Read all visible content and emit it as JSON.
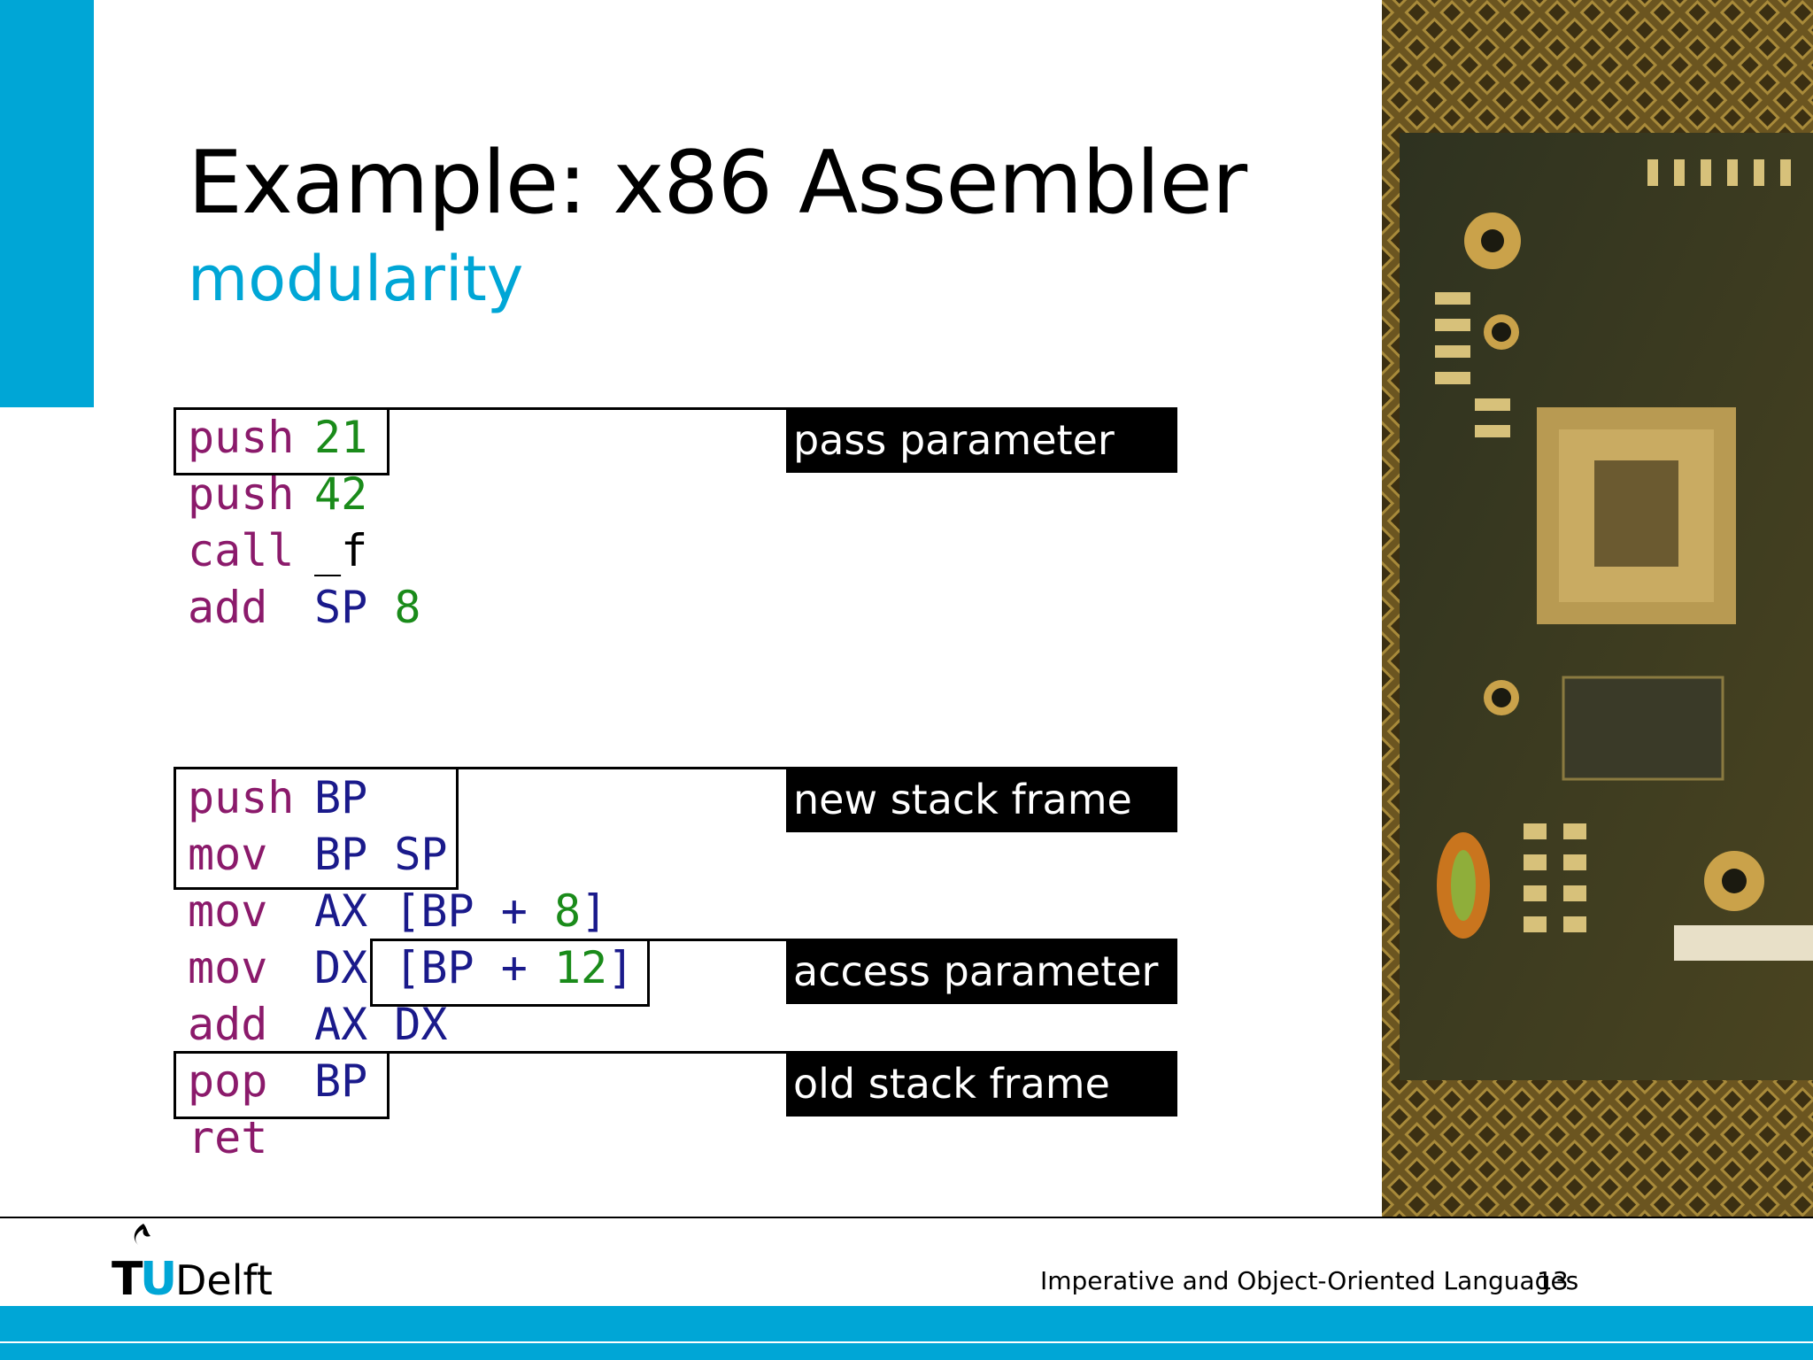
{
  "slide": {
    "title": "Example: x86 Assembler",
    "subtitle": "modularity",
    "accent_color": "#00a6d6"
  },
  "code_block_1": [
    {
      "op": "push",
      "arg1": "21",
      "arg2": ""
    },
    {
      "op": "push",
      "arg1": "42",
      "arg2": ""
    },
    {
      "op": "call",
      "arg1": "_f",
      "arg2": ""
    },
    {
      "op": "add",
      "arg1": "SP",
      "arg2": "8"
    }
  ],
  "code_block_2": [
    {
      "op": "push",
      "arg1": "BP",
      "arg2": ""
    },
    {
      "op": "mov",
      "arg1": "BP",
      "arg2": "SP"
    },
    {
      "op": "mov",
      "arg1": "AX",
      "arg2": "[BP + 8]"
    },
    {
      "op": "mov",
      "arg1": "DX",
      "arg2": "[BP + 12]"
    },
    {
      "op": "add",
      "arg1": "AX",
      "arg2": "DX"
    },
    {
      "op": "pop",
      "arg1": "BP",
      "arg2": ""
    },
    {
      "op": "ret",
      "arg1": "",
      "arg2": ""
    }
  ],
  "annotations": {
    "pass_parameter": "pass parameter",
    "new_stack_frame": "new stack frame",
    "access_parameter": "access parameter",
    "old_stack_frame": "old stack frame"
  },
  "footer": {
    "course": "Imperative and Object-Oriented Languages",
    "page_number": "13",
    "logo_text": "TUDelft"
  },
  "photo": {
    "icon": "circuit-board-photo"
  }
}
